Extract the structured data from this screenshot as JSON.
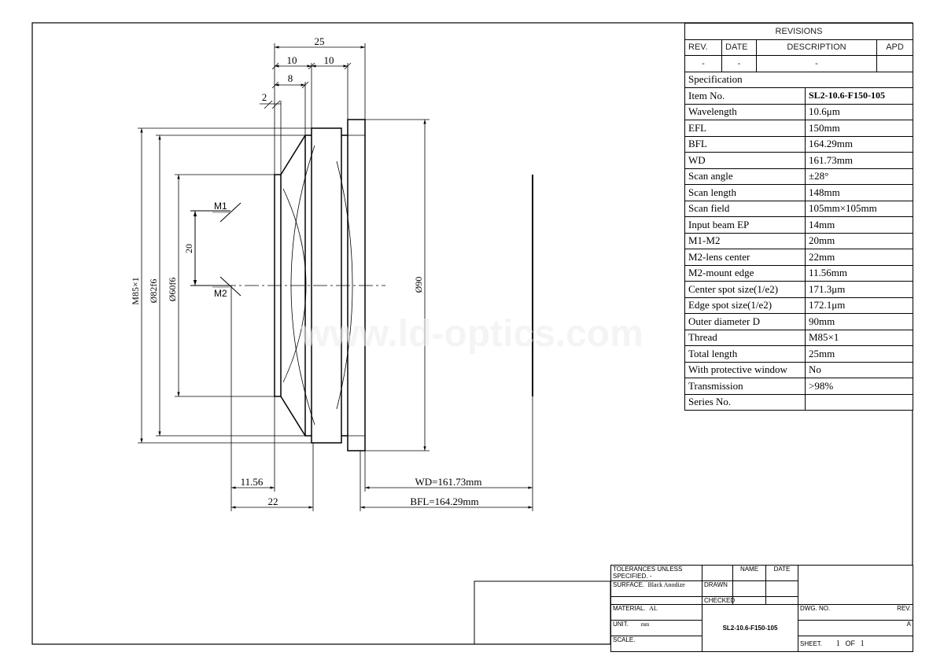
{
  "drawing": {
    "dimensions": {
      "overall_length": "25",
      "seg_a": "10",
      "seg_b": "10",
      "seg_c": "8",
      "seg_d": "2",
      "mirror_spacing": "20",
      "thread": "M85×1",
      "diameter_82": "Ø82f6",
      "diameter_60": "Ø60f6",
      "diameter_90": "Ø90",
      "mount_edge": "11.56",
      "lens_center": "22",
      "wd": "WD=161.73mm",
      "bfl": "BFL=164.29mm"
    },
    "mirrors": {
      "m1": "M1",
      "m2": "M2"
    },
    "watermark": "www.ld-optics.com"
  },
  "revisions": {
    "title": "REVISIONS",
    "headers": {
      "rev": "REV.",
      "date": "DATE",
      "description": "DESCRIPTION",
      "apd": "APD"
    },
    "row": {
      "rev": "-",
      "date": "-",
      "description": "-",
      "apd": ""
    }
  },
  "specification": {
    "title": "Specification",
    "rows": [
      {
        "label": "Item No.",
        "value": "SL2-10.6-F150-105"
      },
      {
        "label": "Wavelength",
        "value": "10.6μm"
      },
      {
        "label": "EFL",
        "value": "150mm"
      },
      {
        "label": "BFL",
        "value": "164.29mm"
      },
      {
        "label": "WD",
        "value": "161.73mm"
      },
      {
        "label": "Scan angle",
        "value": "±28°"
      },
      {
        "label": "Scan length",
        "value": "148mm"
      },
      {
        "label": "Scan field",
        "value": "105mm×105mm"
      },
      {
        "label": "Input beam EP",
        "value": "14mm"
      },
      {
        "label": "M1-M2",
        "value": "20mm"
      },
      {
        "label": "M2-lens center",
        "value": "22mm"
      },
      {
        "label": "M2-mount edge",
        "value": "11.56mm"
      },
      {
        "label": "Center spot size(1/e2)",
        "value": "171.3μm"
      },
      {
        "label": "Edge spot size(1/e2)",
        "value": "172.1μm"
      },
      {
        "label": "Outer diameter D",
        "value": "90mm"
      },
      {
        "label": "Thread",
        "value": "M85×1"
      },
      {
        "label": "Total length",
        "value": "25mm"
      },
      {
        "label": "With protective window",
        "value": "No"
      },
      {
        "label": "Transmission",
        "value": ">98%"
      },
      {
        "label": "Series No.",
        "value": ""
      }
    ]
  },
  "title_block": {
    "tolerances_label": "TOLERANCES UNLESS SPECIFIED.",
    "tolerances_value": "-",
    "surface_label": "SURFACE.",
    "surface_value": "Black Anodize",
    "material_label": "MATERIAL.",
    "material_value": "AL",
    "unit_label": "UNIT.",
    "unit_value": "mm",
    "scale_label": "SCALE.",
    "scale_value": "",
    "name_header": "NAME",
    "date_header": "DATE",
    "drawn_label": "DRAWN",
    "checked_label": "CHECKED",
    "part_number": "SL2-10.6-F150-105",
    "dwg_no_label": "DWG. NO.",
    "rev_label": "REV.",
    "rev_value": "A",
    "sheet_label": "SHEET.",
    "sheet_number": "1",
    "sheet_of": "OF",
    "sheet_total": "1"
  }
}
